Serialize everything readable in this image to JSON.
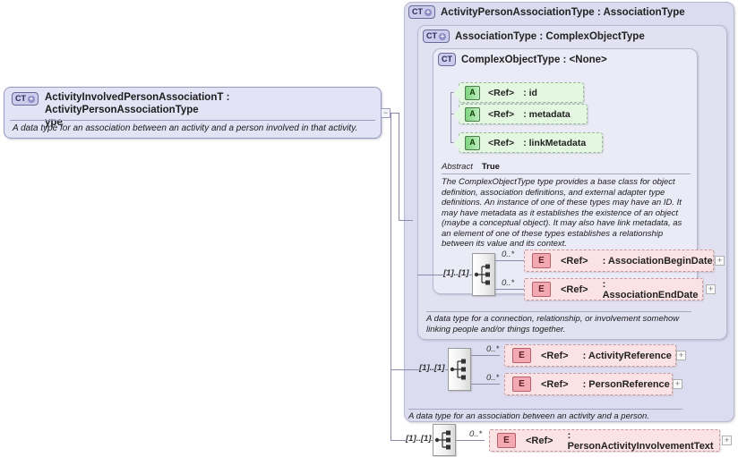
{
  "diagram": {
    "kind": "xsd-schema-diagram",
    "colors": {
      "panel_outer": "#dcdcf0",
      "panel_mid": "#e1e1f2",
      "panel_inner": "#ebebf8",
      "attribute_green": "#e4f7e1",
      "element_pink": "#fbe2e4",
      "connector": "#8b8bab"
    }
  },
  "root": {
    "badge": "CT",
    "badge_expand": "+",
    "title_line1": "ActivityInvolvedPersonAssociationT : ActivityPersonAssociationType",
    "title_line2": "ype",
    "documentation": "A data type for an association between an activity and a person involved in that activity.",
    "expander": "−"
  },
  "types": {
    "outer": {
      "badge": "CT",
      "badge_expand": "+",
      "label": "ActivityPersonAssociationType : AssociationType"
    },
    "middle": {
      "badge": "CT",
      "badge_expand": "+",
      "label": "AssociationType : ComplexObjectType"
    },
    "inner": {
      "badge": "CT",
      "badge_expand": "",
      "label": "ComplexObjectType : <None>"
    }
  },
  "attributes": [
    {
      "badge": "A",
      "ref": "<Ref>",
      "name": ": id"
    },
    {
      "badge": "A",
      "ref": "<Ref>",
      "name": ": metadata"
    },
    {
      "badge": "A",
      "ref": "<Ref>",
      "name": ": linkMetadata"
    }
  ],
  "abstract": {
    "key": "Abstract",
    "value": "True",
    "text": "The ComplexObjectType type provides a base class for object definition, association definitions, and external adapter type definitions. An instance of one of these types may have an ID. It may have metadata as it establishes the existence of an object (maybe a conceptual object). It may also have link metadata, as an element of one of these types establishes a relationship between its value and its context."
  },
  "groups": [
    {
      "id": "association-dates-group",
      "cardinality": "[1]..[1]",
      "compositor": "sequence",
      "elements": [
        {
          "badge": "E",
          "occurrence": "0..*",
          "ref": "<Ref>",
          "name": ": AssociationBeginDate",
          "expander": "+"
        },
        {
          "badge": "E",
          "occurrence": "0..*",
          "ref": "<Ref>",
          "name": ": AssociationEndDate",
          "expander": "+"
        }
      ]
    },
    {
      "id": "association-references-group",
      "cardinality": "[1]..[1]",
      "compositor": "sequence",
      "elements": [
        {
          "badge": "E",
          "occurrence": "0..*",
          "ref": "<Ref>",
          "name": ": ActivityReference",
          "expander": "+"
        },
        {
          "badge": "E",
          "occurrence": "0..*",
          "ref": "<Ref>",
          "name": ": PersonReference",
          "expander": "+"
        }
      ]
    },
    {
      "id": "involvement-text-group",
      "cardinality": "[1]..[1]",
      "compositor": "sequence",
      "elements": [
        {
          "badge": "E",
          "occurrence": "0..*",
          "ref": "<Ref>",
          "name": ": PersonActivityInvolvementText",
          "expander": "+"
        }
      ]
    }
  ],
  "documentation": {
    "association_type": "A data type for a connection, relationship, or involvement somehow linking people and/or things together.",
    "activity_person_association_type": "A data type for an association between an activity and a person."
  }
}
